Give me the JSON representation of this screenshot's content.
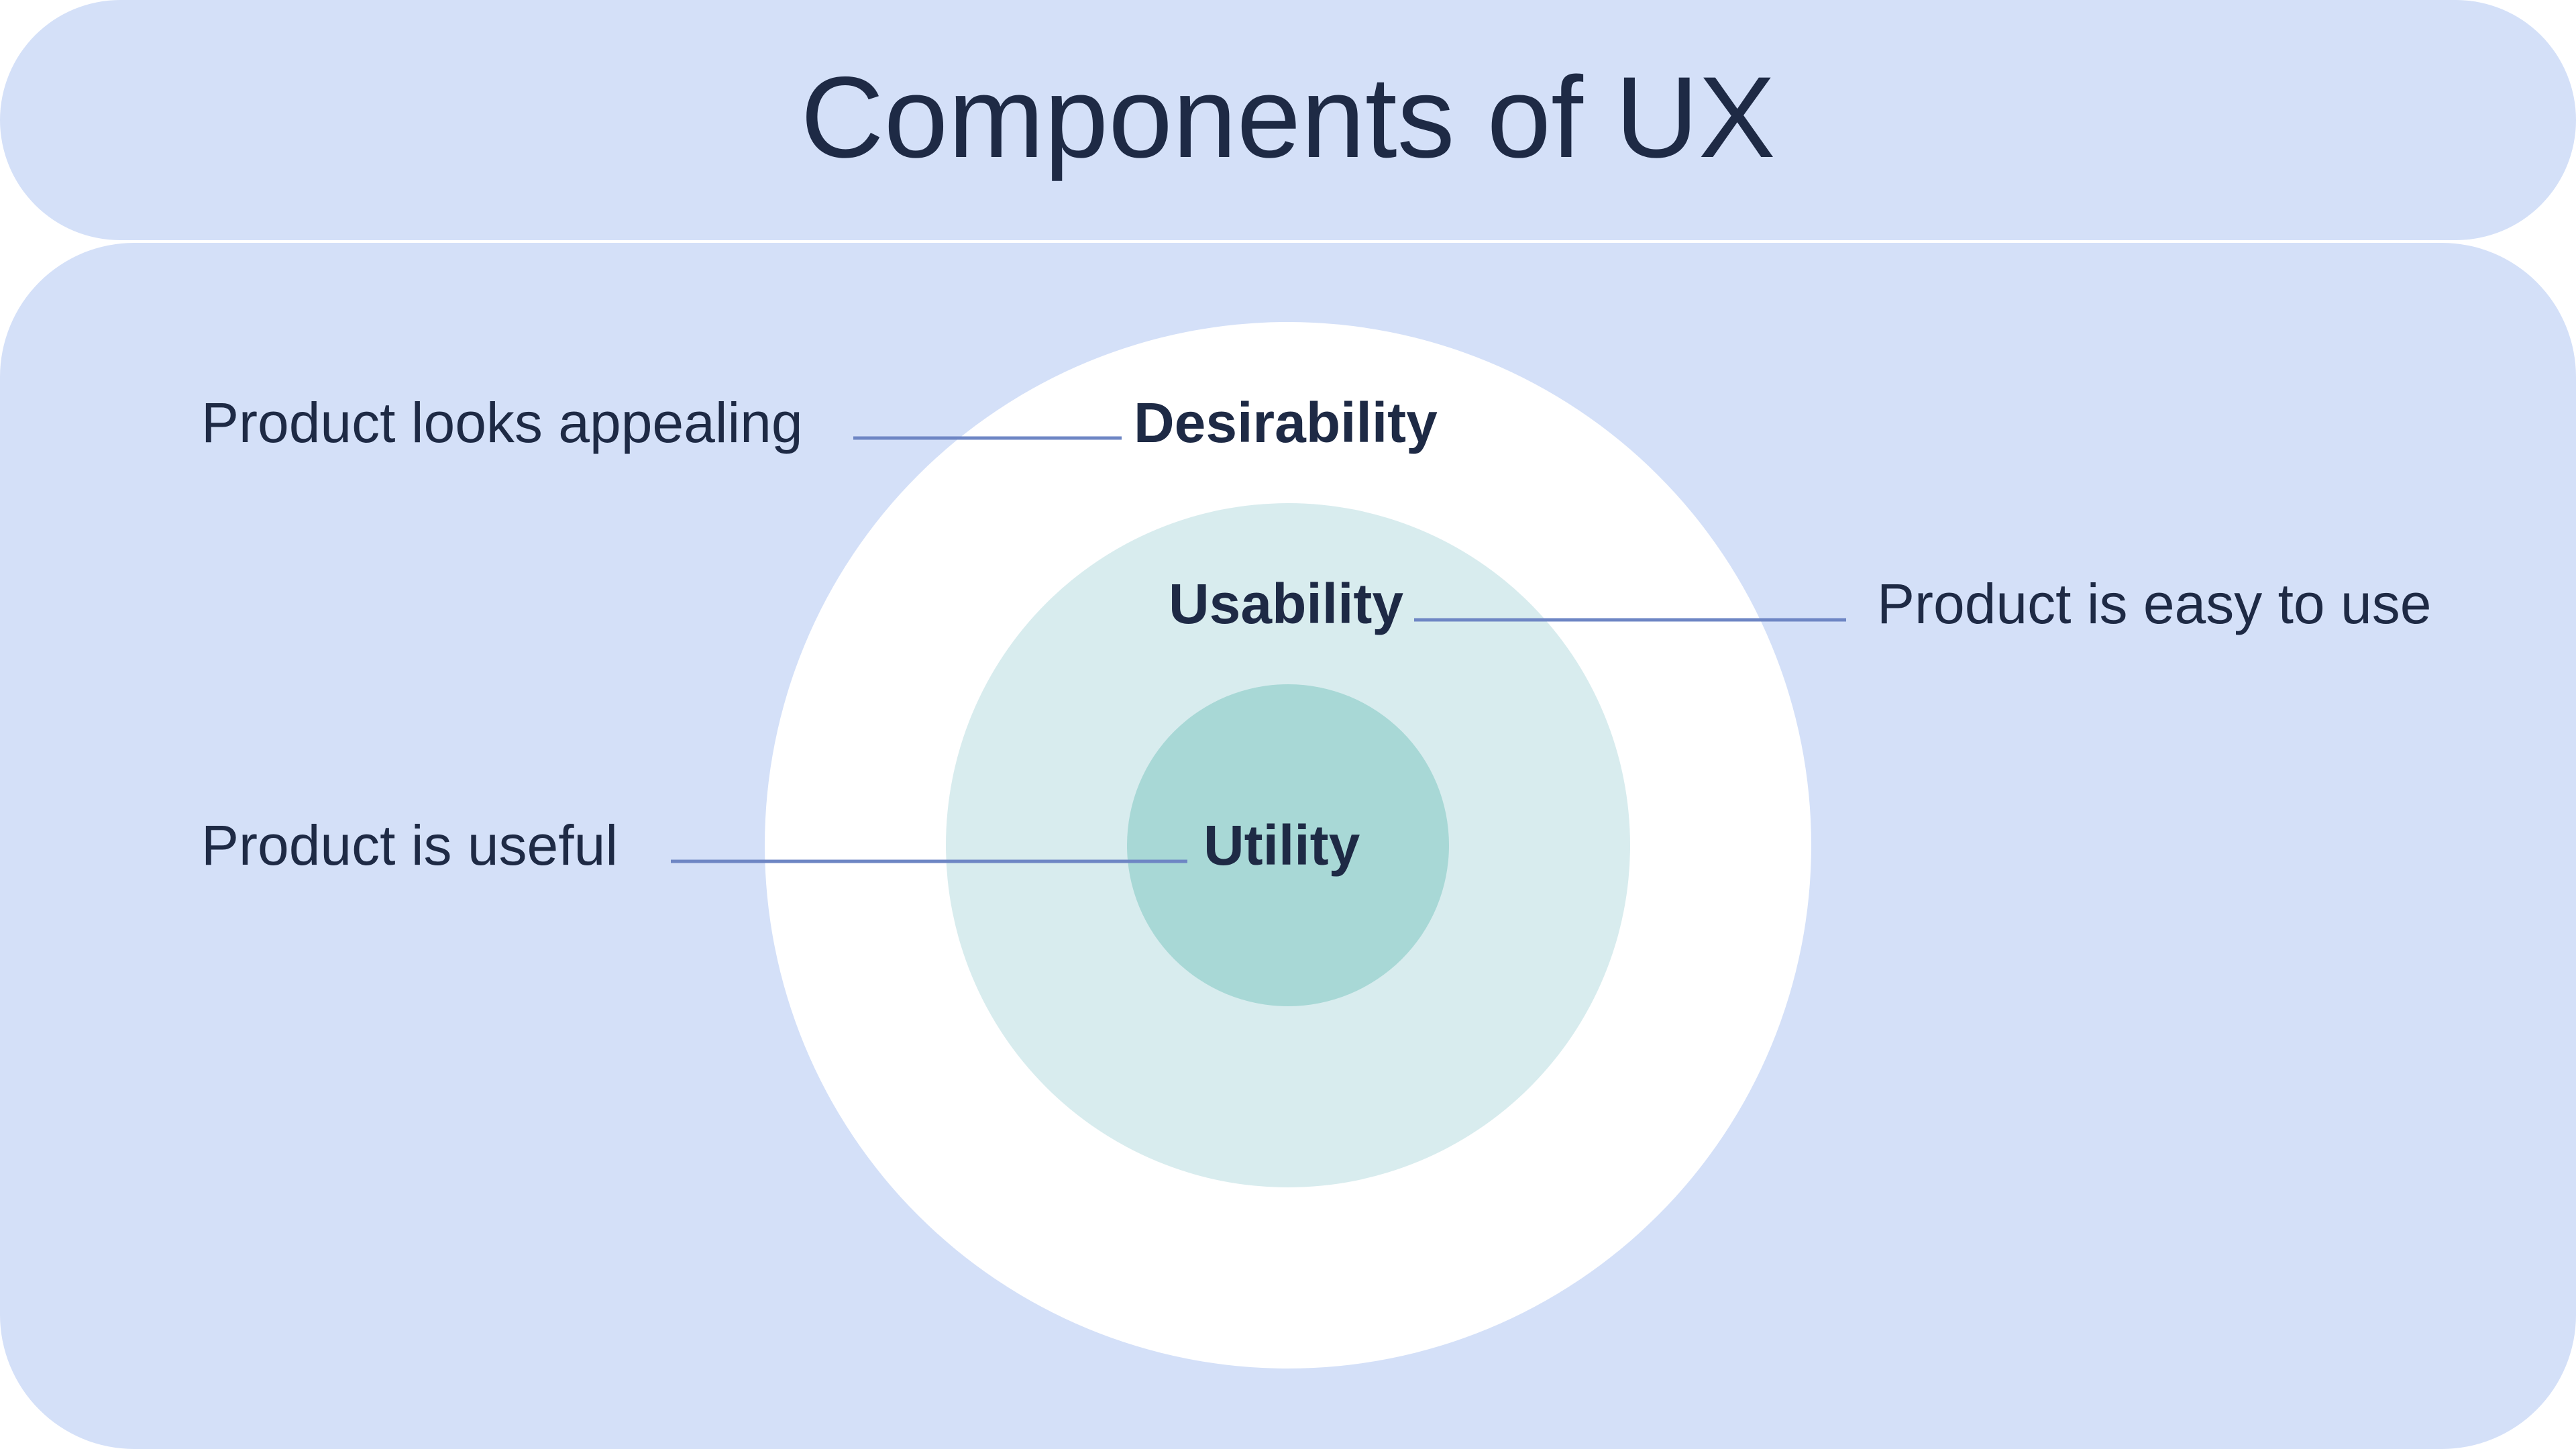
{
  "title": "Components of UX",
  "colors": {
    "background_panel": "#d4e0f8",
    "outer_ring": "#ffffff",
    "middle_ring": "#d8ecee",
    "inner_ring": "#a8d8d6",
    "connector": "#6e86c4",
    "text": "#1e2a45"
  },
  "layers": [
    {
      "name": "Desirability",
      "description": "Product looks appealing"
    },
    {
      "name": "Usability",
      "description": "Product is easy to use"
    },
    {
      "name": "Utility",
      "description": "Product is useful"
    }
  ]
}
